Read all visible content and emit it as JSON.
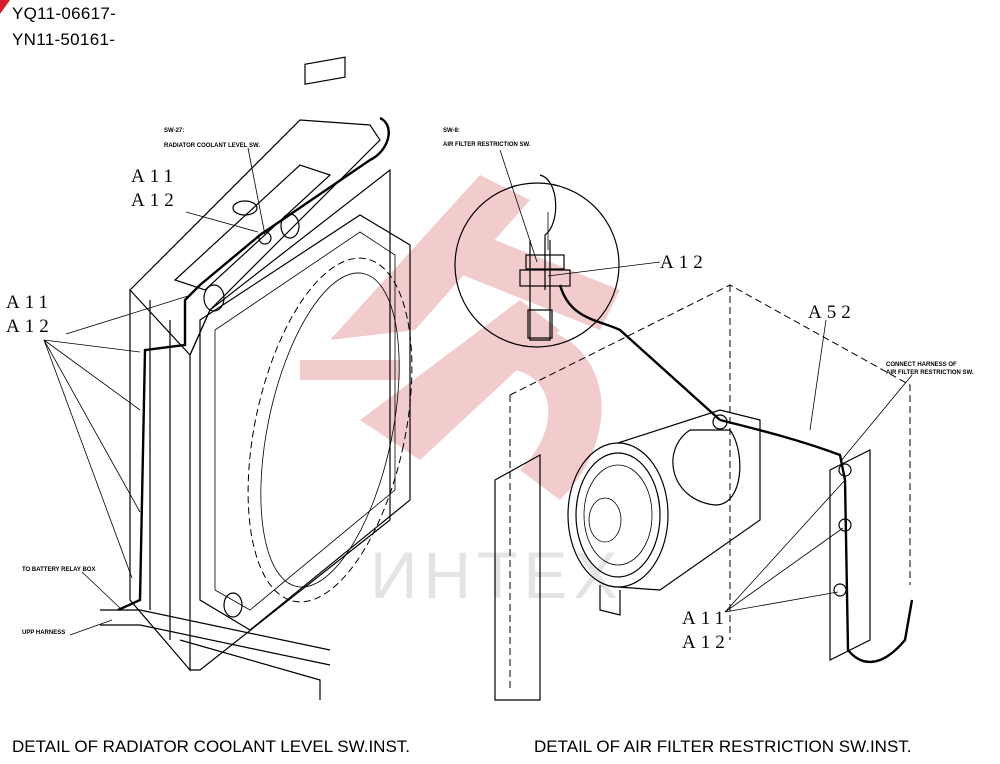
{
  "header": {
    "line1": "YQ11-06617-",
    "line2": "YN11-50161-"
  },
  "colors": {
    "watermark": "#e8a4a4",
    "corner_mark": "#d21f2b"
  },
  "watermark": {
    "text": "ИНТЕХ"
  },
  "left_detail": {
    "caption": "DETAIL OF RADIATOR COOLANT LEVEL SW.INST.",
    "sw_title": "SW-27:",
    "sw_name": "RADIATOR COOLANT LEVEL SW.",
    "callouts": {
      "top_a": "A11",
      "top_b": "A12",
      "side_a": "A11",
      "side_b": "A12"
    },
    "notes": {
      "battery": "TO BATTERY RELAY BOX",
      "upp": "UPP HARNESS"
    }
  },
  "right_detail": {
    "caption": "DETAIL OF AIR FILTER RESTRICTION SW.INST.",
    "sw_title": "SW-8:",
    "sw_name": "AIR FILTER RESTRICTION SW.",
    "callouts": {
      "zoom": "A12",
      "harness": "A52",
      "bottom_a": "A11",
      "bottom_b": "A12"
    },
    "notes": {
      "connect_1": "CONNECT HARNESS OF",
      "connect_2": "AIR FILTER RESTRICTION SW."
    }
  }
}
